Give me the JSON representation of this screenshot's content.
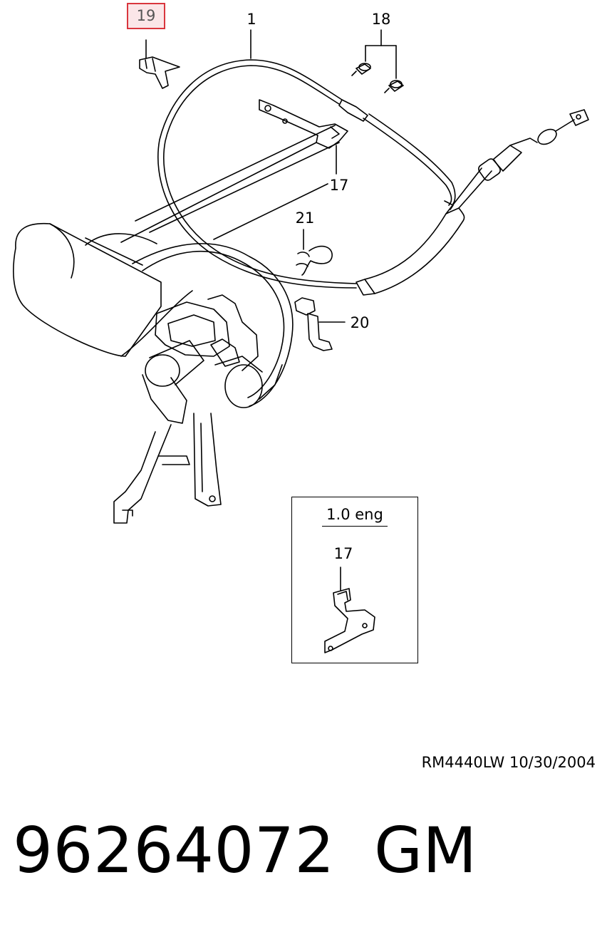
{
  "callouts": {
    "c19": "19",
    "c1": "1",
    "c18": "18",
    "c17": "17",
    "c21": "21",
    "c20": "20"
  },
  "inset": {
    "title": "1.0 eng",
    "label": "17"
  },
  "reference": "RM4440LW  10/30/2004",
  "part_number": "96264072",
  "manufacturer": "GM",
  "colors": {
    "highlight_border": "#d9363e",
    "highlight_fill": "#fbe6e8"
  }
}
